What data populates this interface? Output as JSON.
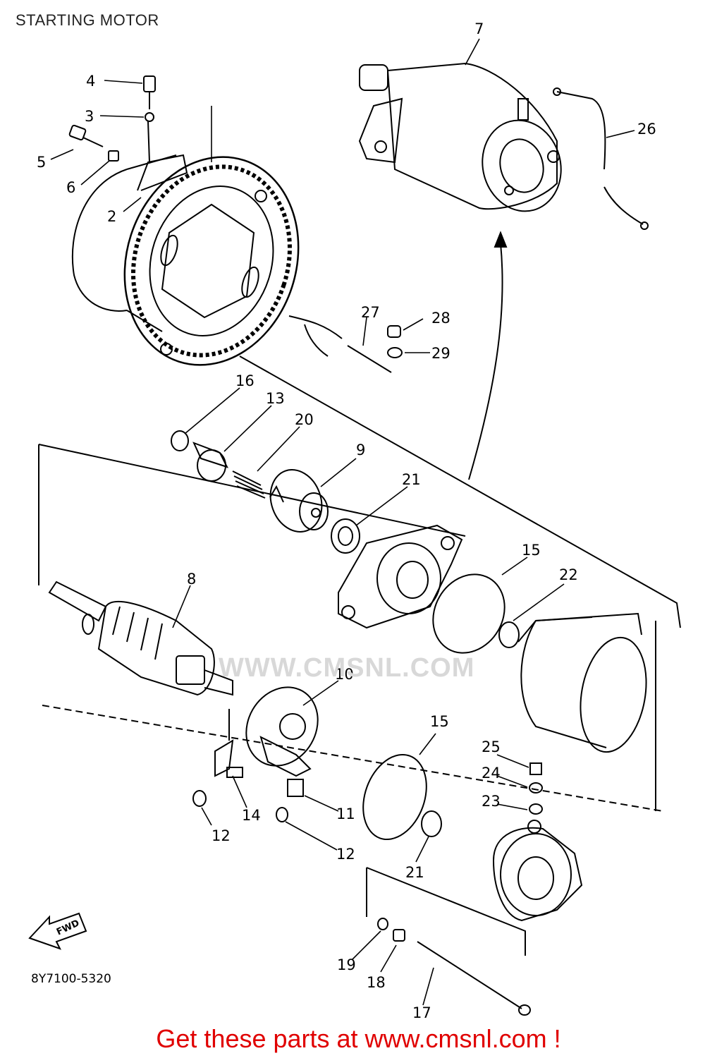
{
  "page": {
    "title": "STARTING MOTOR",
    "diagram_code": "8Y7100-5320",
    "watermark": "WWW.CMSNL.COM",
    "footer": "Get these parts at www.cmsnl.com !",
    "fwd_label": "FWD"
  },
  "callouts": {
    "n2": "2",
    "n3": "3",
    "n4": "4",
    "n5": "5",
    "n6": "6",
    "n7": "7",
    "n8": "8",
    "n9": "9",
    "n10": "10",
    "n11": "11",
    "n12a": "12",
    "n12b": "12",
    "n13": "13",
    "n14": "14",
    "n15a": "15",
    "n15b": "15",
    "n16": "16",
    "n17": "17",
    "n18": "18",
    "n19": "19",
    "n20": "20",
    "n21a": "21",
    "n21b": "21",
    "n22": "22",
    "n23": "23",
    "n24": "24",
    "n25": "25",
    "n26": "26",
    "n27": "27",
    "n28": "28",
    "n29": "29"
  },
  "colors": {
    "footer": "#e00000",
    "line": "#000000",
    "watermark": "#d8d8d8"
  }
}
